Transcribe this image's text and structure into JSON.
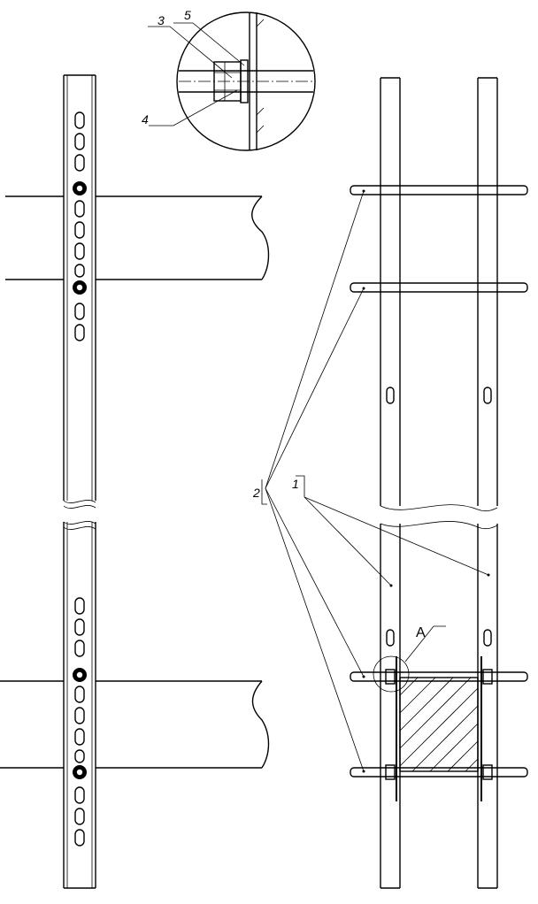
{
  "labels": {
    "bolt": "3",
    "washer": "5",
    "nut": "4",
    "tie_rods": "2",
    "rails": "1",
    "detail_view": "A"
  }
}
